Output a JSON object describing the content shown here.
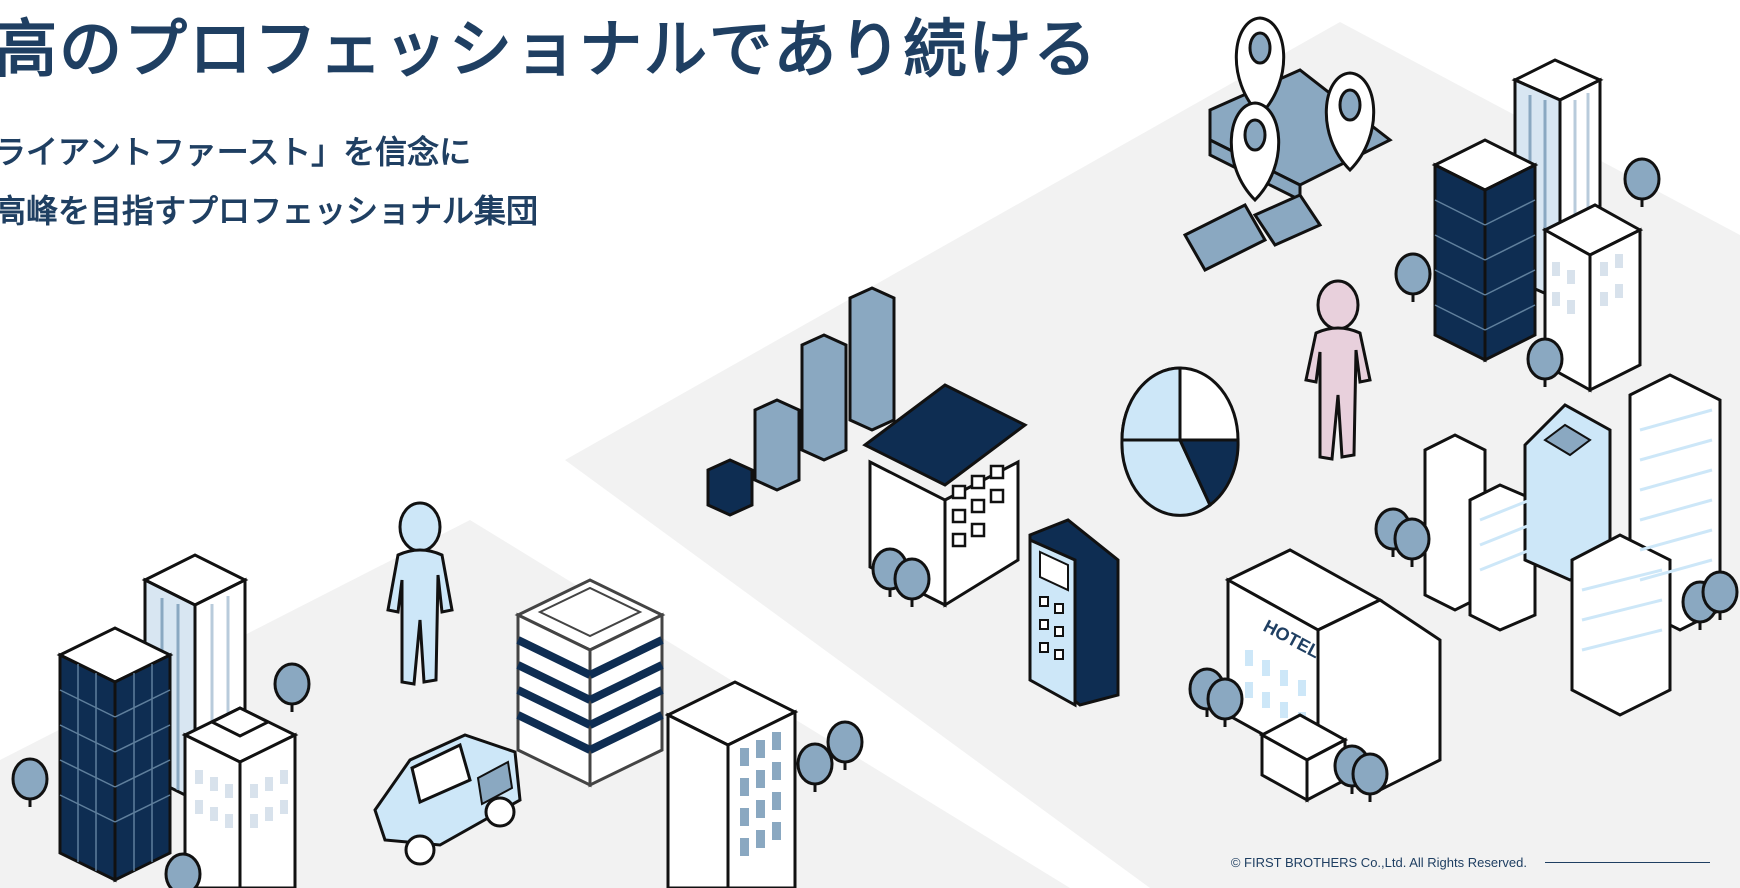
{
  "hero": {
    "headline": "高のプロフェッショナルであり続ける",
    "sub_line_1": "ライアントファースト」を信念に",
    "sub_line_2": "高峰を目指すプロフェッショナル集団"
  },
  "illustration": {
    "hotel_sign": "HOTEL",
    "icons": [
      "location-pin-icon",
      "bar-chart-icon",
      "pie-chart-icon",
      "calculator-icon",
      "person-icon",
      "car-icon",
      "tree-icon",
      "building-icon"
    ]
  },
  "footer": {
    "copyright": "© FIRST BROTHERS Co.,Ltd. All Rights Reserved."
  },
  "colors": {
    "navy": "#0e2d52",
    "steel_blue": "#8aa8c1",
    "light_blue": "#cde7f8",
    "pink": "#e8d0dc",
    "ground": "#f2f2f2",
    "text": "#1f3f62"
  }
}
